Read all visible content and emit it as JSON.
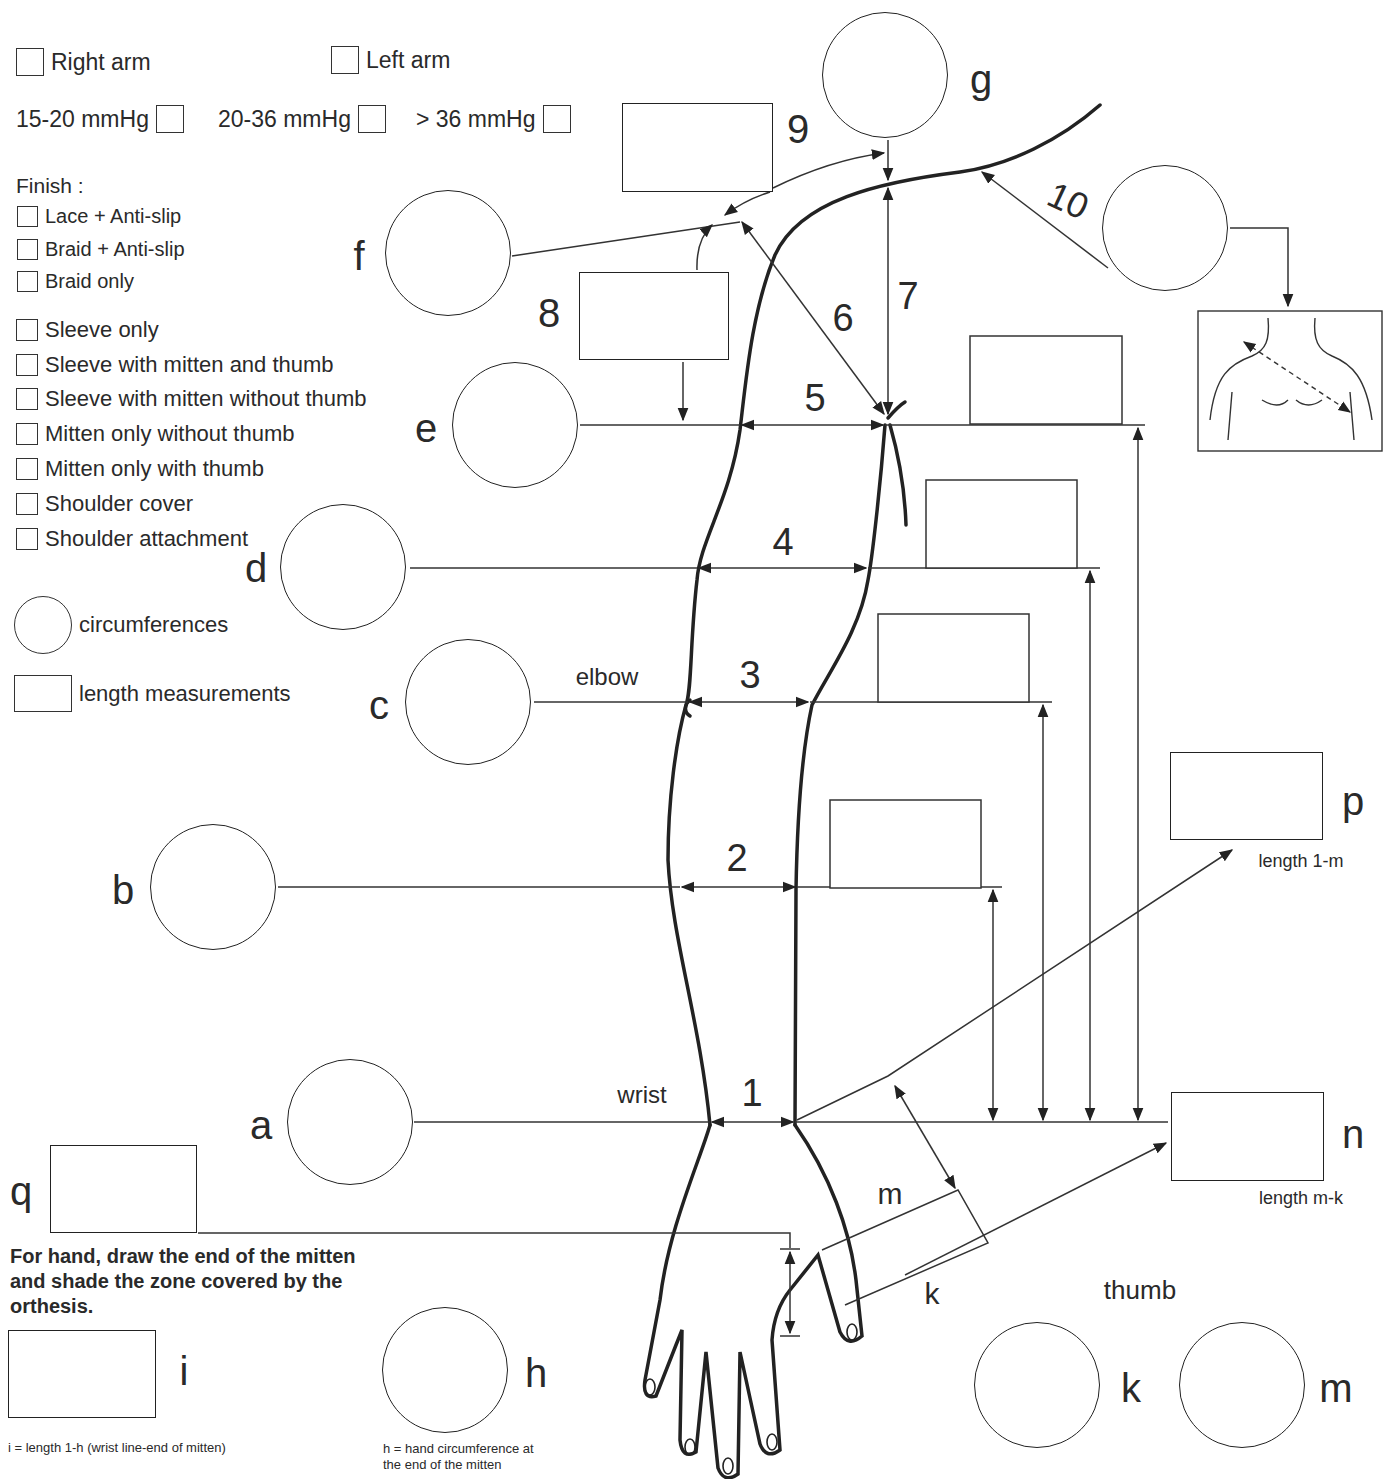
{
  "diagram": {
    "nodes": [
      {
        "text": [
          "Right arm"
        ]
      },
      {
        "text": [
          "Left arm"
        ]
      },
      {
        "text": [
          "15-20 mmHg"
        ]
      },
      {
        "text": [
          "20-36 mmHg"
        ]
      },
      {
        "text": [
          "> 36 mmHg"
        ]
      },
      {
        "text": [
          "g"
        ]
      },
      {
        "text": [
          "9"
        ]
      },
      {
        "text": [
          "Lace + Anti-slip"
        ]
      },
      {
        "text": [
          "Braid + Anti-slip"
        ]
      },
      {
        "text": [
          "Braid only"
        ]
      },
      {
        "text": [
          "f"
        ]
      },
      {
        "text": [
          "10"
        ]
      },
      {
        "text": [
          "8"
        ]
      },
      {
        "text": [
          "Sleeve only"
        ]
      },
      {
        "text": [
          "Sleeve with mitten and thumb"
        ]
      },
      {
        "text": [
          "Sleeve with mitten without thumb"
        ]
      },
      {
        "text": [
          "Mitten only without thumb"
        ]
      },
      {
        "text": [
          "Mitten only with thumb"
        ]
      },
      {
        "text": [
          "Shoulder cover"
        ]
      },
      {
        "text": [
          "Shoulder attachment"
        ]
      },
      {
        "text": [
          "e"
        ]
      },
      {
        "text": [
          "d"
        ]
      },
      {
        "text": [
          "c"
        ]
      },
      {
        "text": [
          "p",
          "length 1-m"
        ]
      },
      {
        "text": [
          "b"
        ]
      },
      {
        "text": [
          "a"
        ]
      },
      {
        "text": [
          "n",
          "length m-k"
        ]
      },
      {
        "text": [
          "q"
        ]
      },
      {
        "text": [
          "i"
        ]
      },
      {
        "text": [
          "h"
        ]
      },
      {
        "text": [
          "k"
        ]
      },
      {
        "text": [
          "m"
        ]
      }
    ],
    "labels": [
      "Finish :",
      "7",
      "6",
      "5",
      "4",
      "elbow",
      "3",
      "2",
      "wrist",
      "1",
      "m",
      "k",
      "thumb",
      "For hand, draw the end of the mitten and shade the zone covered by the orthesis.",
      "i = length 1-h (wrist line-end of mitten)",
      "h = hand circumference at the end of the mitten"
    ],
    "legend": [
      {
        "text": "circumferences"
      },
      {
        "text": "length measurements"
      }
    ]
  }
}
